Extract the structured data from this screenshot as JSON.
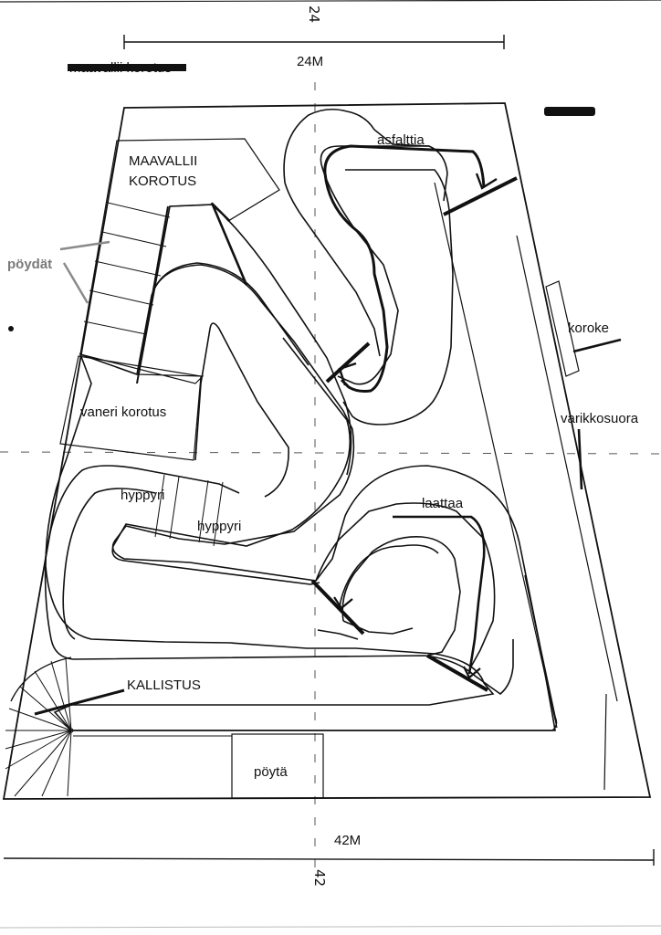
{
  "dimensions": {
    "top_width_label": "24M",
    "top_width_handwritten": "24",
    "bottom_width_label": "42M",
    "bottom_width_handwritten": "42"
  },
  "labels": {
    "crossed_out_note": "maavallii korotus",
    "maavallii_line1": "MAAVALLII",
    "maavallii_line2": "KOROTUS",
    "poydat": "pöydät",
    "vaneri": "vaneri korotus",
    "hyppyri_1": "hyppyri",
    "hyppyri_2": "hyppyri",
    "asfalttia": "asfalttia",
    "laattaa": "laattaa",
    "koroke": "koroke",
    "varikkosuora": "varikkosuora",
    "kallistus": "KALLISTUS",
    "poyta": "pöytä"
  },
  "colors": {
    "ink": "#111111",
    "pencil_gray": "#7a7a7a",
    "paper": "#ffffff"
  }
}
